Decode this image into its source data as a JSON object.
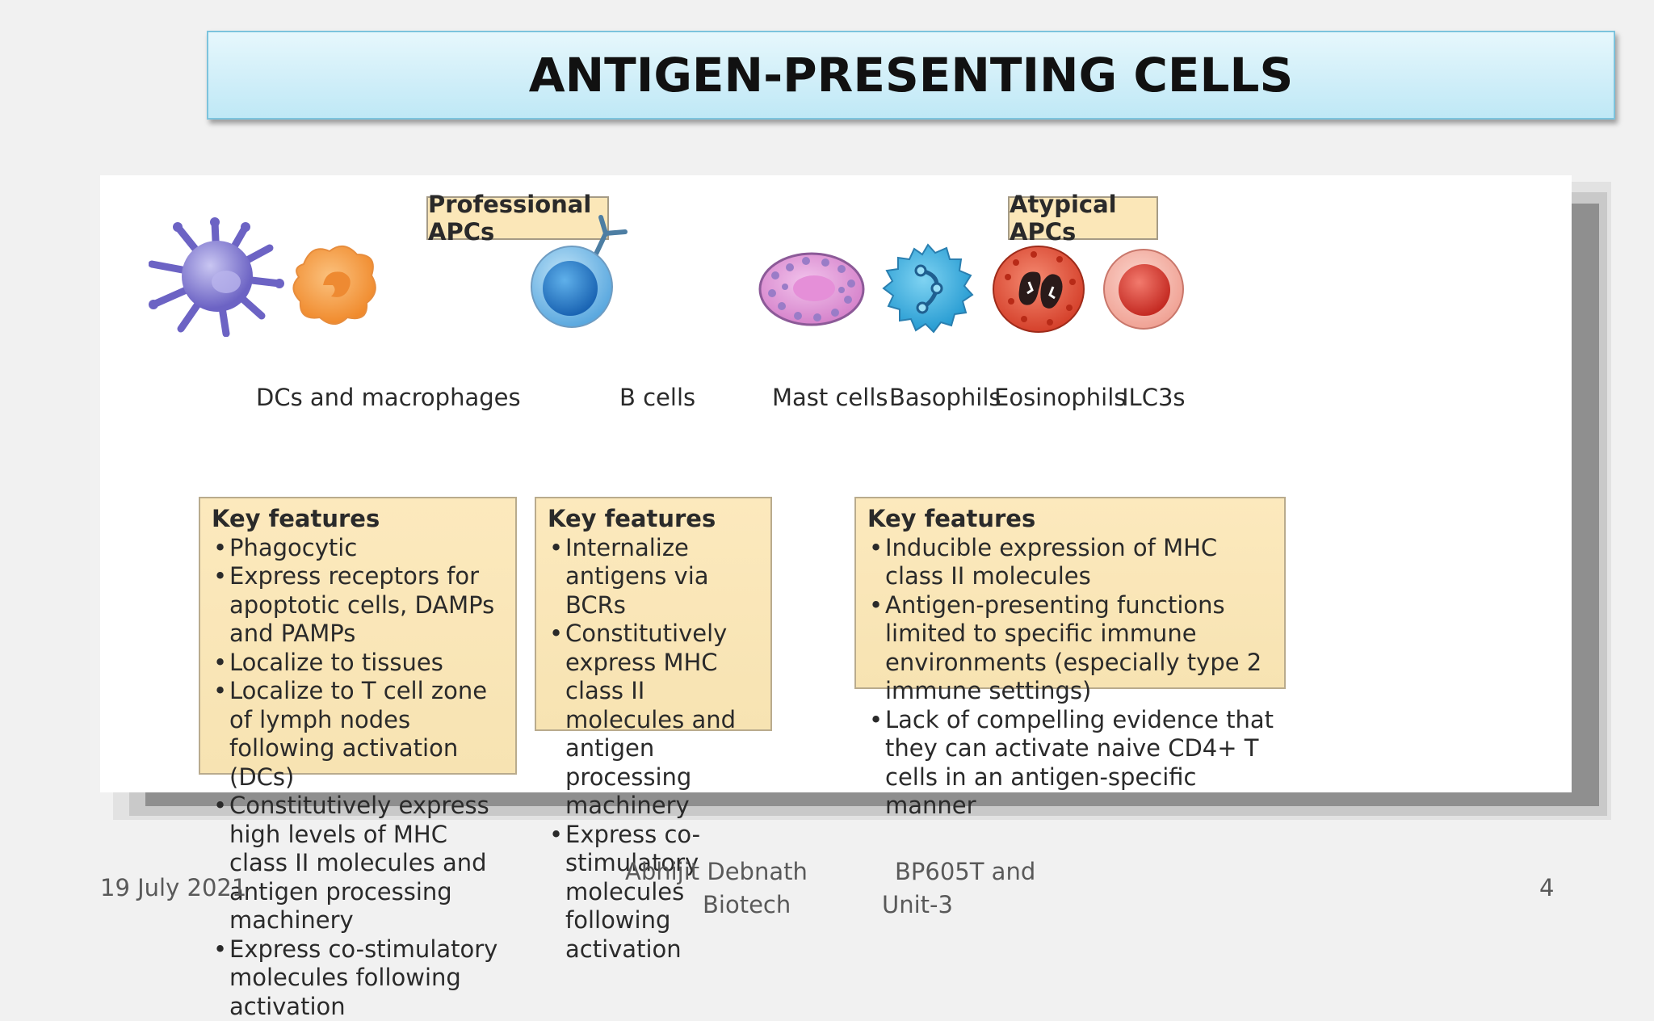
{
  "slide": {
    "title": "ANTIGEN-PRESENTING CELLS"
  },
  "figure": {
    "professional_label": "Professional APCs",
    "atypical_label": "Atypical APCs",
    "cells": {
      "dcs_macrophages": "DCs and macrophages",
      "b_cells": "B cells",
      "mast_cells": "Mast cells",
      "basophils": "Basophils",
      "eosinophils": "Eosinophils",
      "ilc3s": "ILC3s"
    },
    "boxes": [
      {
        "heading": "Key features",
        "items": [
          "Phagocytic",
          "Express receptors for apoptotic cells, DAMPs and PAMPs",
          "Localize to tissues",
          "Localize to T cell zone of lymph nodes following activation (DCs)",
          "Constitutively express high levels of MHC class II molecules and antigen processing machinery",
          "Express co-stimulatory molecules following activation"
        ]
      },
      {
        "heading": "Key features",
        "items": [
          "Internalize antigens via BCRs",
          "Constitutively express MHC class II molecules and antigen processing machinery",
          "Express co-stimulatory molecules following activation"
        ]
      },
      {
        "heading": "Key features",
        "items": [
          "Inducible expression of MHC class II molecules",
          "Antigen-presenting functions limited to specific immune environments (especially type 2 immune settings)",
          "Lack of compelling evidence that they can activate naive CD4+ T cells in an antigen-specific manner"
        ]
      }
    ],
    "icons": [
      "dendritic-cell-icon",
      "macrophage-icon",
      "b-cell-icon",
      "mast-cell-icon",
      "basophil-icon",
      "eosinophil-icon",
      "ilc3-icon"
    ]
  },
  "footer": {
    "date": "19 July 2021",
    "author_line1": "Abhijit  Debnath",
    "author_line2": "Biotech",
    "course_line1": "BP605T and",
    "course_line2": "Unit-3",
    "page_number": "4"
  }
}
